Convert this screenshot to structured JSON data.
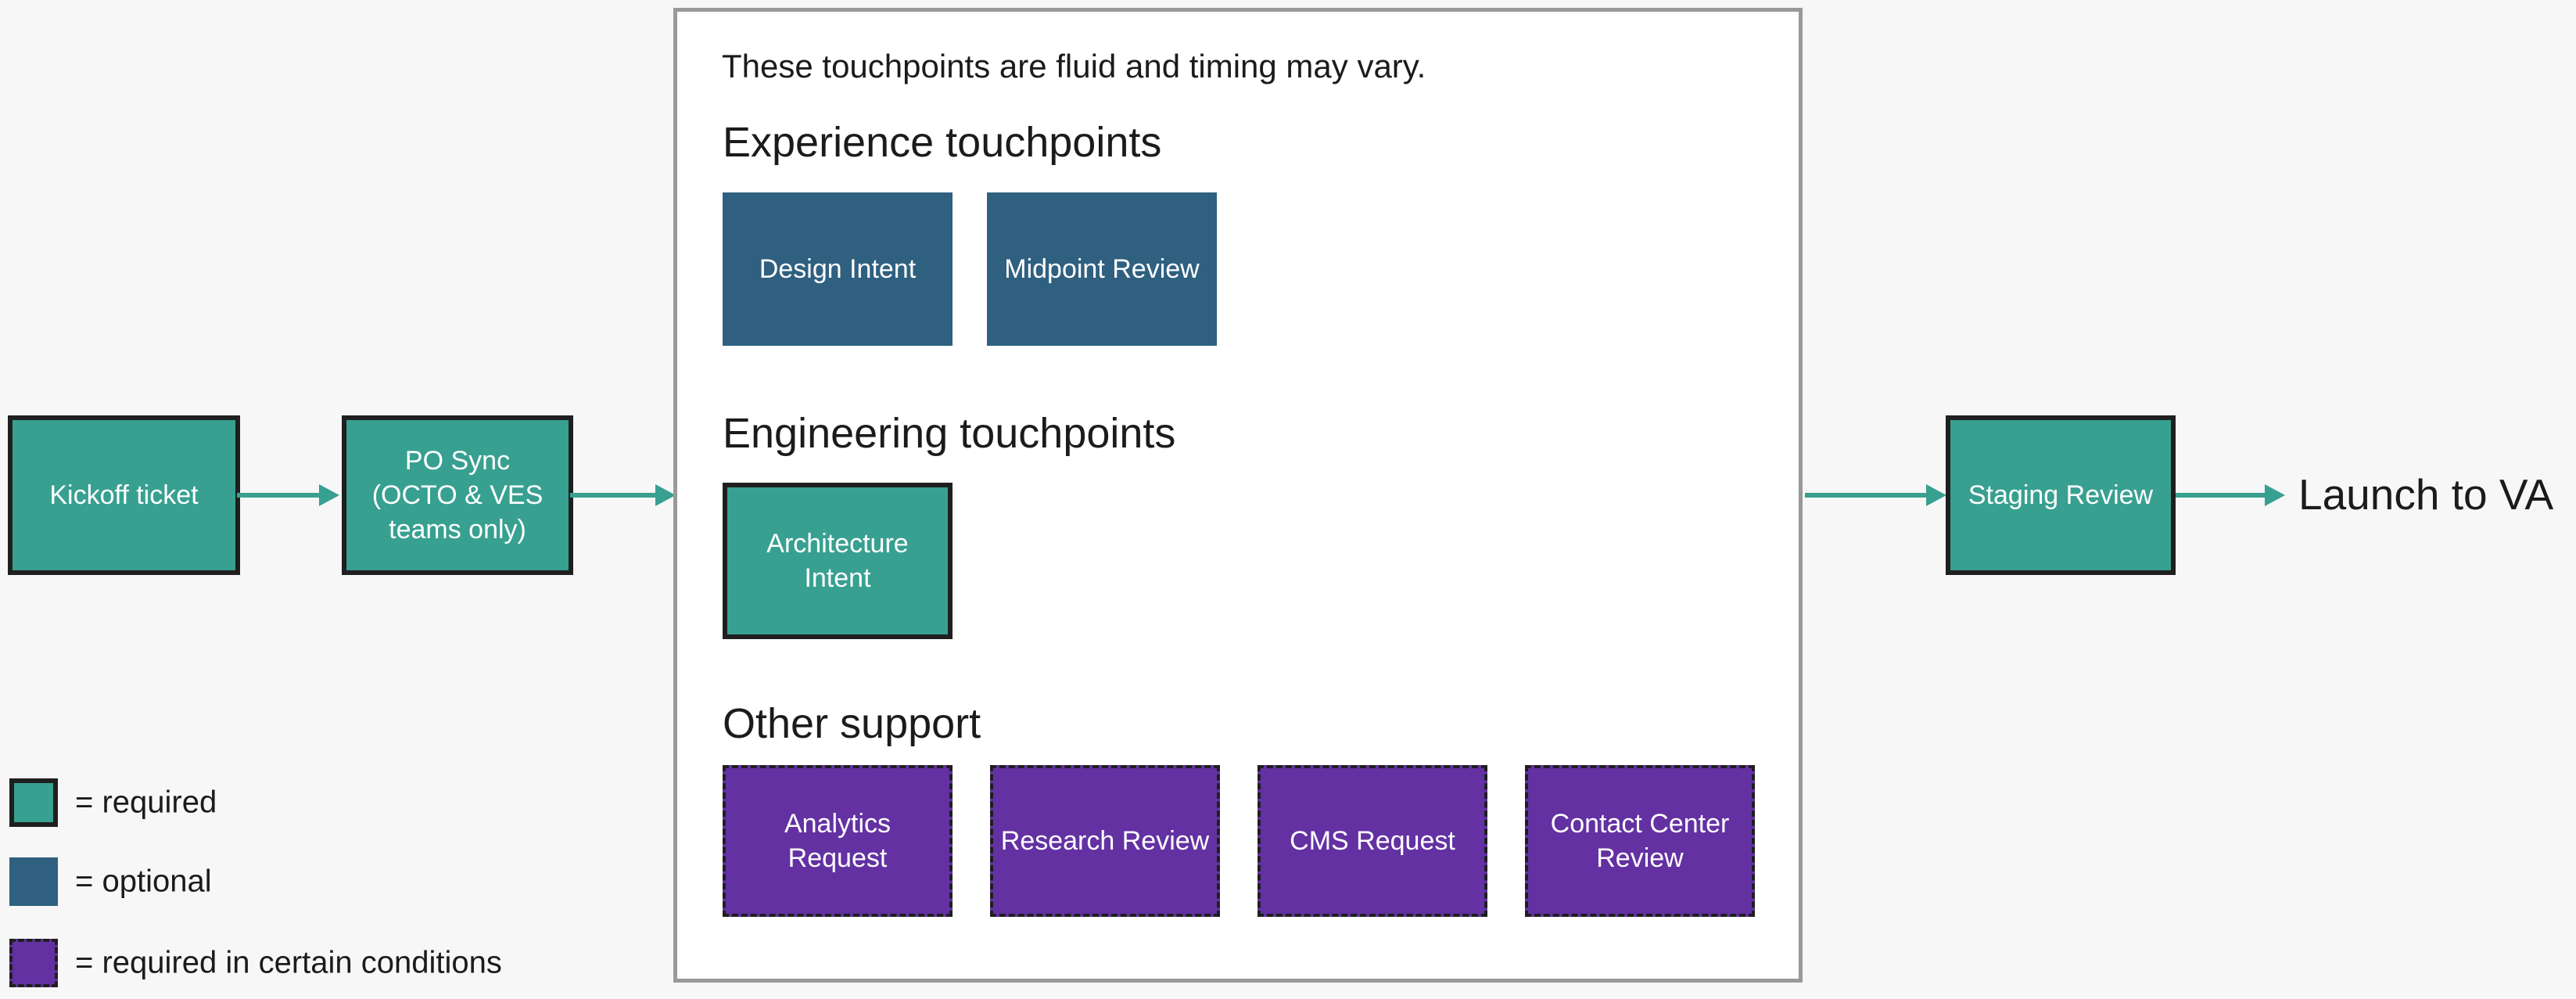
{
  "colors": {
    "bg": "#f7f7f7",
    "panel-bg": "#ffffff",
    "panel-border": "#999999",
    "required": "#38a090",
    "optional": "#2f6080",
    "conditional": "#6331a2",
    "arrow": "#38a090",
    "box-border": "#1f1f1f",
    "box-text": "#ffffff",
    "text": "#1b1b1b"
  },
  "flow": {
    "kickoff_label": "Kickoff ticket",
    "po_sync_label": "PO Sync\n(OCTO & VES\nteams only)",
    "staging_label": "Staging Review",
    "launch_label": "Launch to VA"
  },
  "panel": {
    "note": "These touchpoints are fluid and timing may vary.",
    "experience": {
      "title": "Experience touchpoints",
      "boxes": [
        {
          "label": "Design Intent",
          "type": "optional"
        },
        {
          "label": "Midpoint Review",
          "type": "optional"
        }
      ]
    },
    "engineering": {
      "title": "Engineering touchpoints",
      "boxes": [
        {
          "label": "Architecture\nIntent",
          "type": "required"
        }
      ]
    },
    "other": {
      "title": "Other support",
      "boxes": [
        {
          "label": "Analytics\nRequest",
          "type": "conditional"
        },
        {
          "label": "Research Review",
          "type": "conditional"
        },
        {
          "label": "CMS Request",
          "type": "conditional"
        },
        {
          "label": "Contact Center\nReview",
          "type": "conditional"
        }
      ]
    }
  },
  "legend": {
    "items": [
      {
        "label": "= required",
        "type": "required"
      },
      {
        "label": "= optional",
        "type": "optional"
      },
      {
        "label": "= required in certain conditions",
        "type": "conditional"
      }
    ]
  }
}
